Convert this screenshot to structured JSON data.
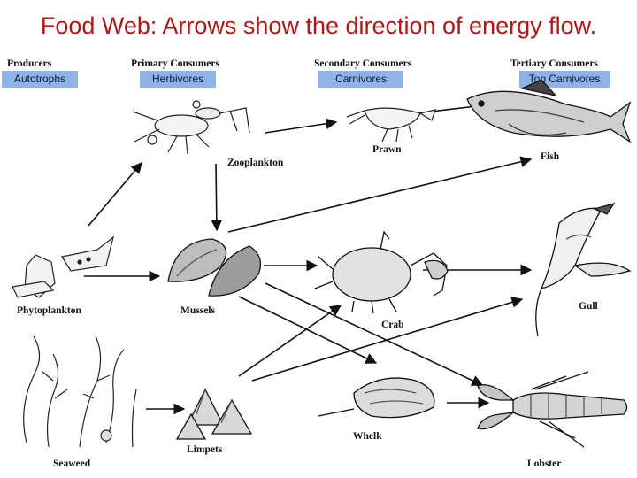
{
  "title": "Food Web:  Arrows show the direction of energy flow.",
  "levels": [
    {
      "header": "Producers",
      "badge": "Autotrophs"
    },
    {
      "header": "Primary  Consumers",
      "badge": "Herbivores"
    },
    {
      "header": "Secondary  Consumers",
      "badge": "Carnivores"
    },
    {
      "header": "Tertiary  Consumers",
      "badge": "Top Carnivores"
    }
  ],
  "organisms": {
    "zooplankton": "Zooplankton",
    "prawn": "Prawn",
    "fish": "Fish",
    "phytoplankton": "Phytoplankton",
    "mussels": "Mussels",
    "crab": "Crab",
    "gull": "Gull",
    "seaweed": "Seaweed",
    "limpets": "Limpets",
    "whelk": "Whelk",
    "lobster": "Lobster"
  },
  "colors": {
    "title": "#b01818",
    "badge": "#8fb3e6",
    "ink": "#111111"
  }
}
